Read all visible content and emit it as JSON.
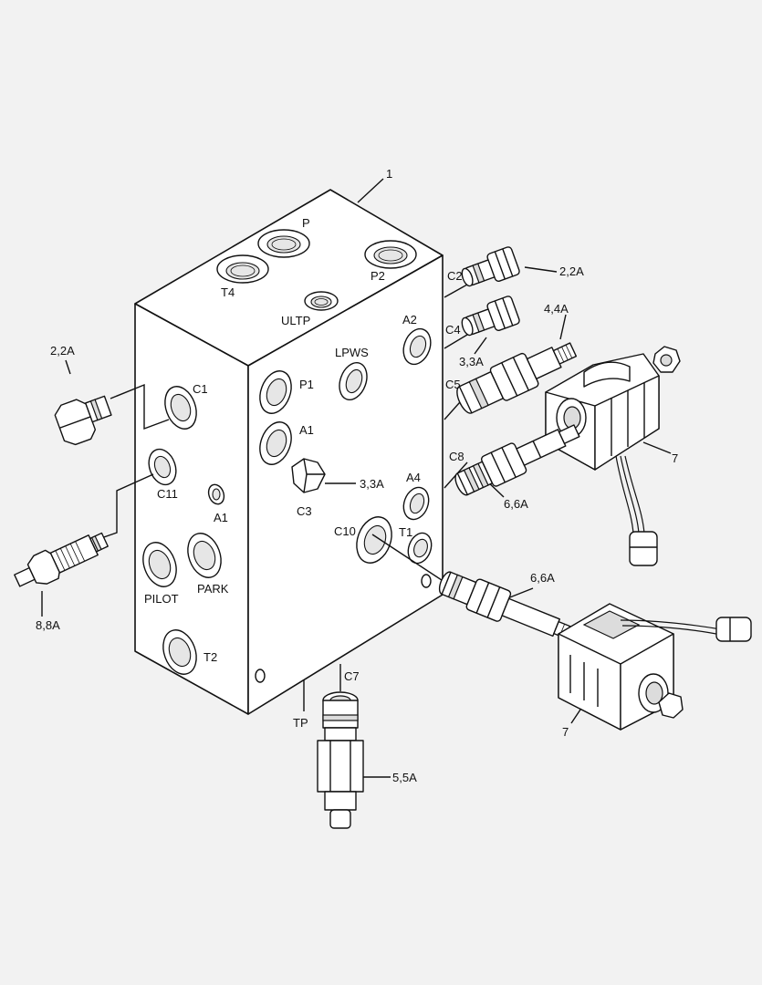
{
  "callouts": {
    "manifold": "1",
    "fitting_c2": "2,2A",
    "fitting_left": "2,2A",
    "valve_c4": "3,3A",
    "plug_c3": "3,3A",
    "valve_c5": "4,4A",
    "valve_c8": "6,6A",
    "valve_c10": "6,6A",
    "valve_c7": "5,5A",
    "coil_upper": "7",
    "coil_lower": "7",
    "valve_c11": "8,8A"
  },
  "ports": {
    "P": "P",
    "P2": "P2",
    "T4": "T4",
    "ULTP": "ULTP",
    "A2": "A2",
    "LPWS": "LPWS",
    "P1": "P1",
    "A1_front": "A1",
    "C1": "C1",
    "C11": "C11",
    "A1_side": "A1",
    "C3": "C3",
    "A4": "A4",
    "C10": "C10",
    "T1": "T1",
    "PILOT": "PILOT",
    "PARK": "PARK",
    "T2": "T2",
    "TP": "TP",
    "C2": "C2",
    "C4": "C4",
    "C5": "C5",
    "C8": "C8",
    "C7": "C7"
  }
}
